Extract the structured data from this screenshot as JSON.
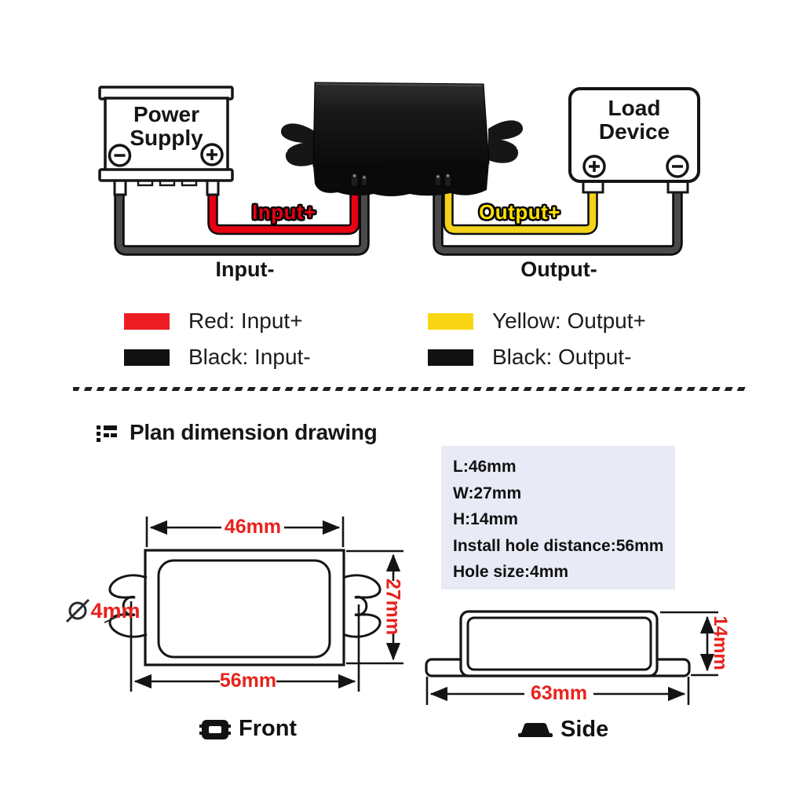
{
  "wiring_diagram": {
    "power_supply_label": "Power\nSupply",
    "load_device_label": "Load\nDevice",
    "input_plus_label": "Input+",
    "input_minus_label": "Input-",
    "output_plus_label": "Output+",
    "output_minus_label": "Output-",
    "wire_colors": {
      "input_plus": "#e60012",
      "input_minus": "#111111",
      "output_plus": "#f3d219",
      "output_minus": "#111111"
    }
  },
  "legend": {
    "items": [
      {
        "label": "Red: Input+",
        "color": "#ee1c23"
      },
      {
        "label": "Black: Input-",
        "color": "#111111"
      },
      {
        "label": "Yellow: Output+",
        "color": "#f8d616"
      },
      {
        "label": "Black: Output-",
        "color": "#111111"
      }
    ]
  },
  "dimension_section": {
    "heading": "Plan dimension drawing",
    "spec_box": {
      "background": "#e8eaf5",
      "lines": [
        "L:46mm",
        "W:27mm",
        "H:14mm",
        "Install hole distance:56mm",
        "Hole size:4mm"
      ]
    },
    "front_view": {
      "caption": "Front",
      "width_label": "46mm",
      "height_label": "27mm",
      "hole_distance_label": "56mm",
      "hole_diameter_label": "4mm"
    },
    "side_view": {
      "caption": "Side",
      "width_label": "63mm",
      "height_label": "14mm"
    },
    "dimension_text_color": "#e8221c"
  }
}
